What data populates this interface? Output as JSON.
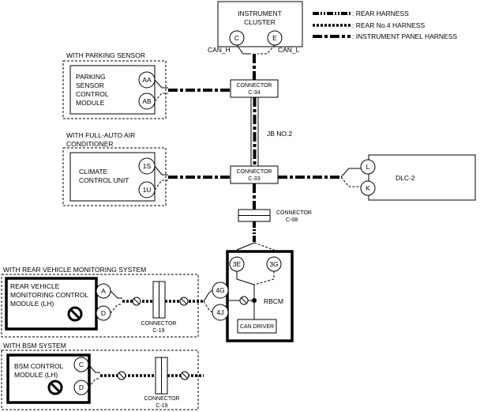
{
  "legend": {
    "rear_harness": ": REAR HARNESS",
    "rear_no4_harness": ": REAR No.4 HARNESS",
    "instrument_panel_harness": ": INSTRUMENT PANEL HARNESS"
  },
  "instrument_cluster": {
    "line1": "INSTRUMENT",
    "line2": "CLUSTER",
    "pin_c": "C",
    "pin_e": "E"
  },
  "can_h": "CAN_H",
  "can_l": "CAN_L",
  "parking_group": {
    "title": "WITH PARKING SENSOR",
    "line1": "PARKING",
    "line2": "SENSOR",
    "line3": "CONTROL",
    "line4": "MODULE",
    "pin_aa": "AA",
    "pin_ab": "AB"
  },
  "connector_c34": {
    "label": "CONNECTOR",
    "id": "C-34"
  },
  "jb": "JB NO.2",
  "climate_group": {
    "title1": "WITH FULL-AUTO AIR",
    "title2": "CONDITIONER",
    "line1": "CLIMATE",
    "line2": "CONTROL UNIT",
    "pin_1s": "1S",
    "pin_1u": "1U"
  },
  "connector_c33": {
    "label": "CONNECTOR",
    "id": "C-33"
  },
  "dlc": {
    "label": "DLC-2",
    "pin_l": "L",
    "pin_k": "K"
  },
  "connector_c08": {
    "label": "CONNECTOR",
    "id": "C-08"
  },
  "rbcm": {
    "label": "RBCM",
    "pin_3e": "3E",
    "pin_3g": "3G",
    "pin_4g": "4G",
    "pin_4j": "4J",
    "can_driver": "CAN DRIVER"
  },
  "rvm_group": {
    "title": "WITH REAR VEHICLE MONITORING SYSTEM",
    "line1": "REAR VEHICLE",
    "line2": "MONITORING CONTROL",
    "line3": "MODULE (LH)",
    "pin_a": "A",
    "pin_d": "D"
  },
  "connector_c19_a": {
    "label": "CONNECTOR",
    "id": "C-19"
  },
  "bsm_group": {
    "title": "WITH BSM SYSTEM",
    "line1": "BSM CONTROL",
    "line2": "MODULE (LH)",
    "pin_c": "C",
    "pin_d": "D"
  },
  "connector_c19_b": {
    "label": "CONNECTOR",
    "id": "C-19"
  }
}
